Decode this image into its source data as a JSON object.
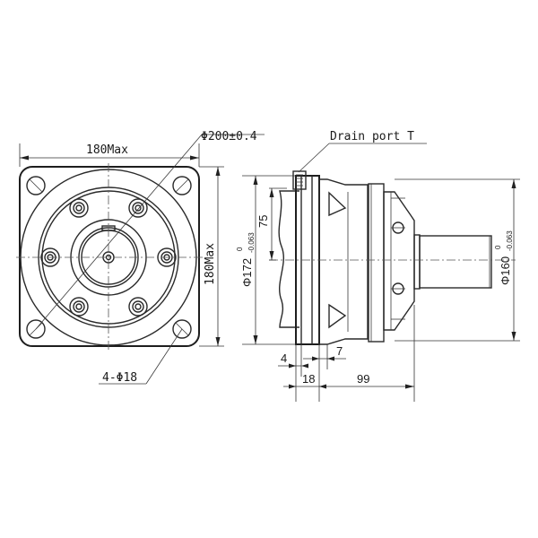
{
  "drawing": {
    "type": "mechanical-outline-drawing",
    "views": [
      "front-view",
      "side-view"
    ],
    "line_color": "#2a2a2a",
    "background": "#ffffff"
  },
  "front_view": {
    "width_label": "180Max",
    "height_label": "180Max",
    "pitch_circle_label": "Φ200±0.4",
    "mount_holes_label": "4-Φ18"
  },
  "side_view": {
    "drain_port_label": "Drain port T",
    "pilot_diameter": {
      "value": "Φ172",
      "upper_tol": "0",
      "lower_tol": "-0.063"
    },
    "shaft_diameter": {
      "value": "Φ160",
      "upper_tol": "0",
      "lower_tol": "-0.063"
    },
    "offset_label": "75",
    "dim_4": "4",
    "dim_7": "7",
    "dim_18": "18",
    "dim_99": "99"
  }
}
